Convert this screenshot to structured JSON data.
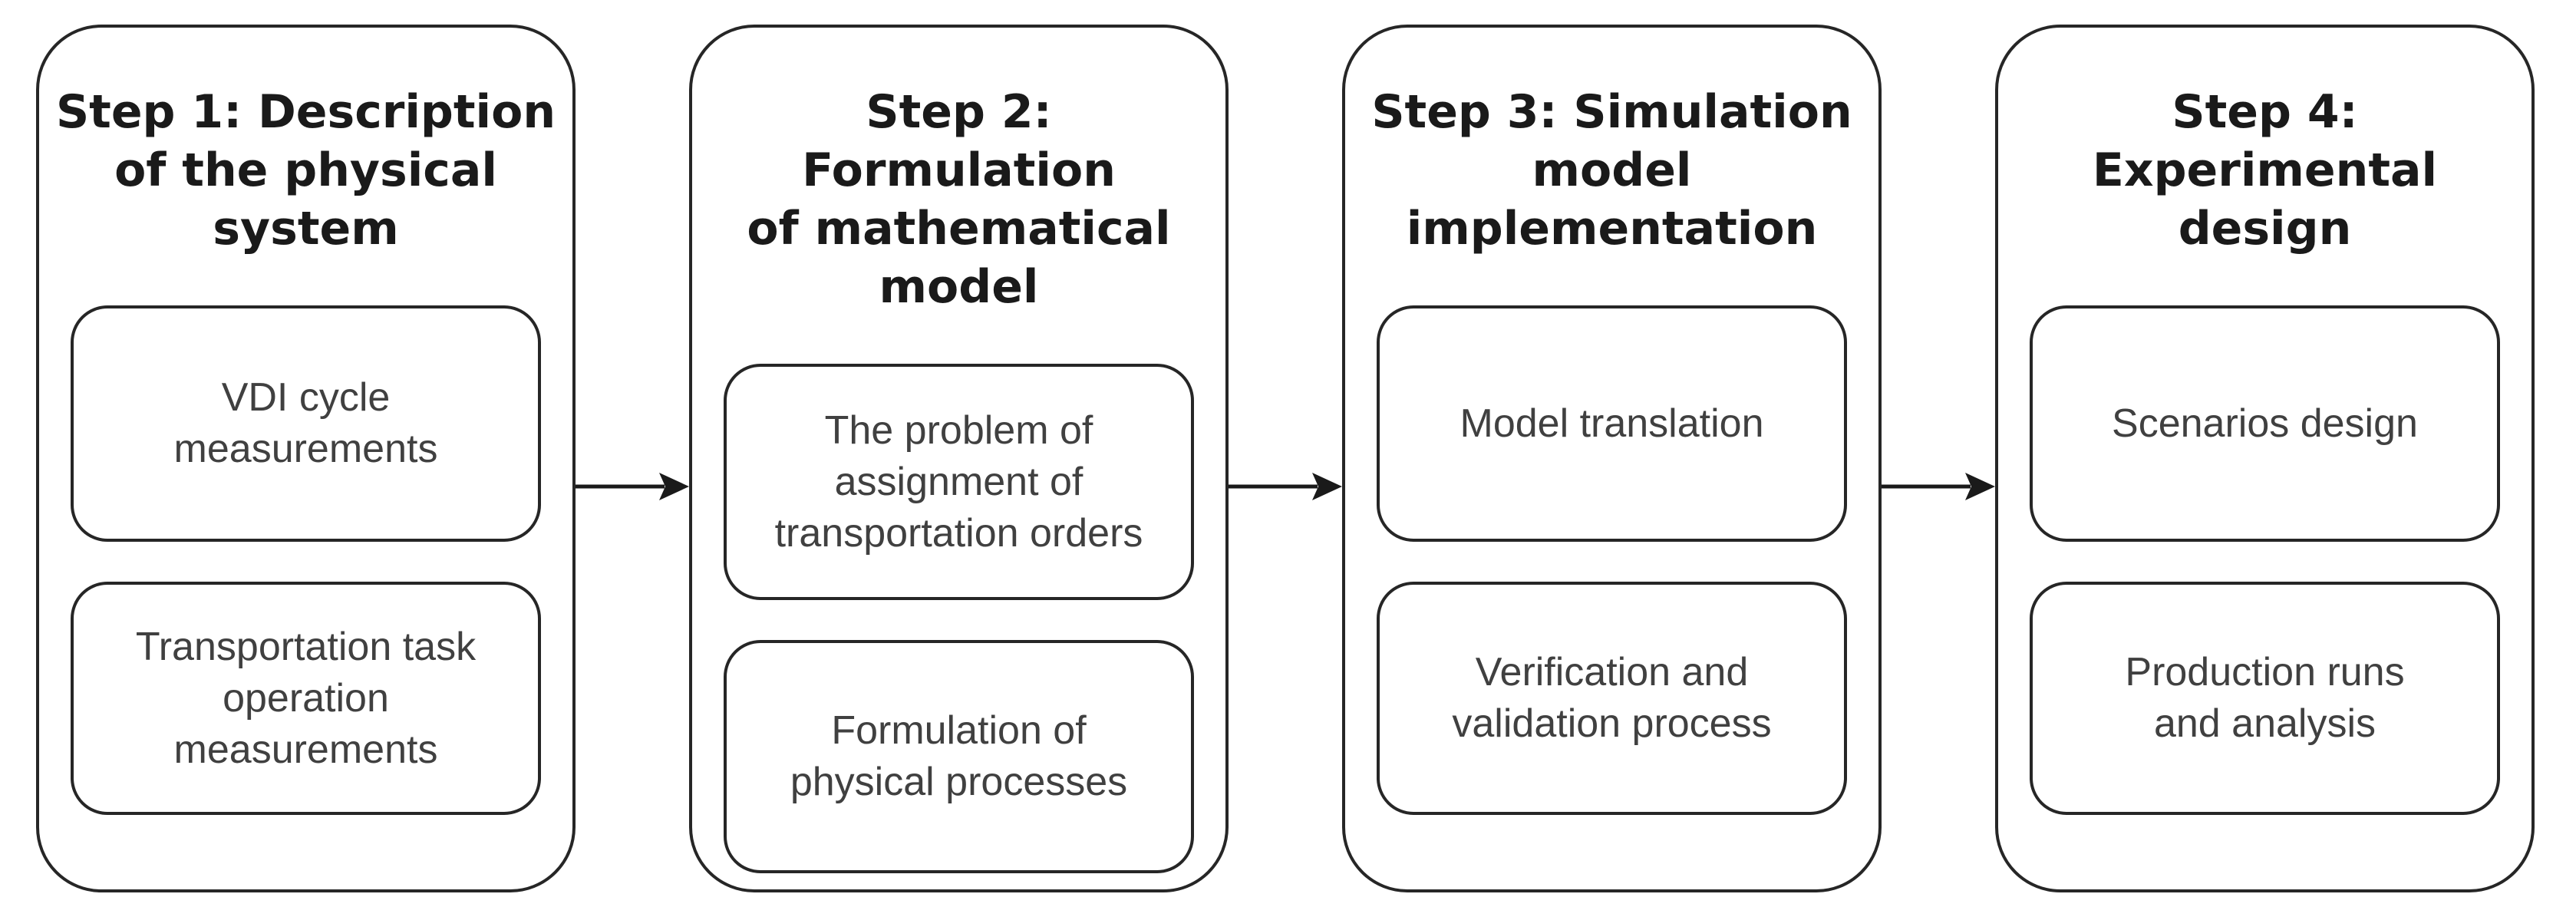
{
  "figure": {
    "type": "process-flow-diagram",
    "step_count": 4,
    "background": "#ffffff"
  },
  "colors": {
    "border": "#262626",
    "title_text": "#1a1a1a",
    "body_text": "#404040",
    "arrow": "#1a1a1a"
  },
  "icons": {
    "flow_arrow": "right-arrow"
  },
  "steps": [
    {
      "title": "Step 1: Description\nof the physical\nsystem",
      "boxes": [
        "VDI cycle\nmeasurements",
        "Transportation task\noperation\nmeasurements"
      ]
    },
    {
      "title": "Step 2: Formulation\nof mathematical\nmodel",
      "boxes": [
        "The problem of\nassignment of\ntransportation orders",
        "Formulation of\nphysical processes"
      ]
    },
    {
      "title": "Step 3: Simulation\nmodel\nimplementation",
      "boxes": [
        "Model translation",
        "Verification and\nvalidation process"
      ]
    },
    {
      "title": "Step 4:\nExperimental\ndesign",
      "boxes": [
        "Scenarios design",
        "Production runs\nand analysis"
      ]
    }
  ]
}
